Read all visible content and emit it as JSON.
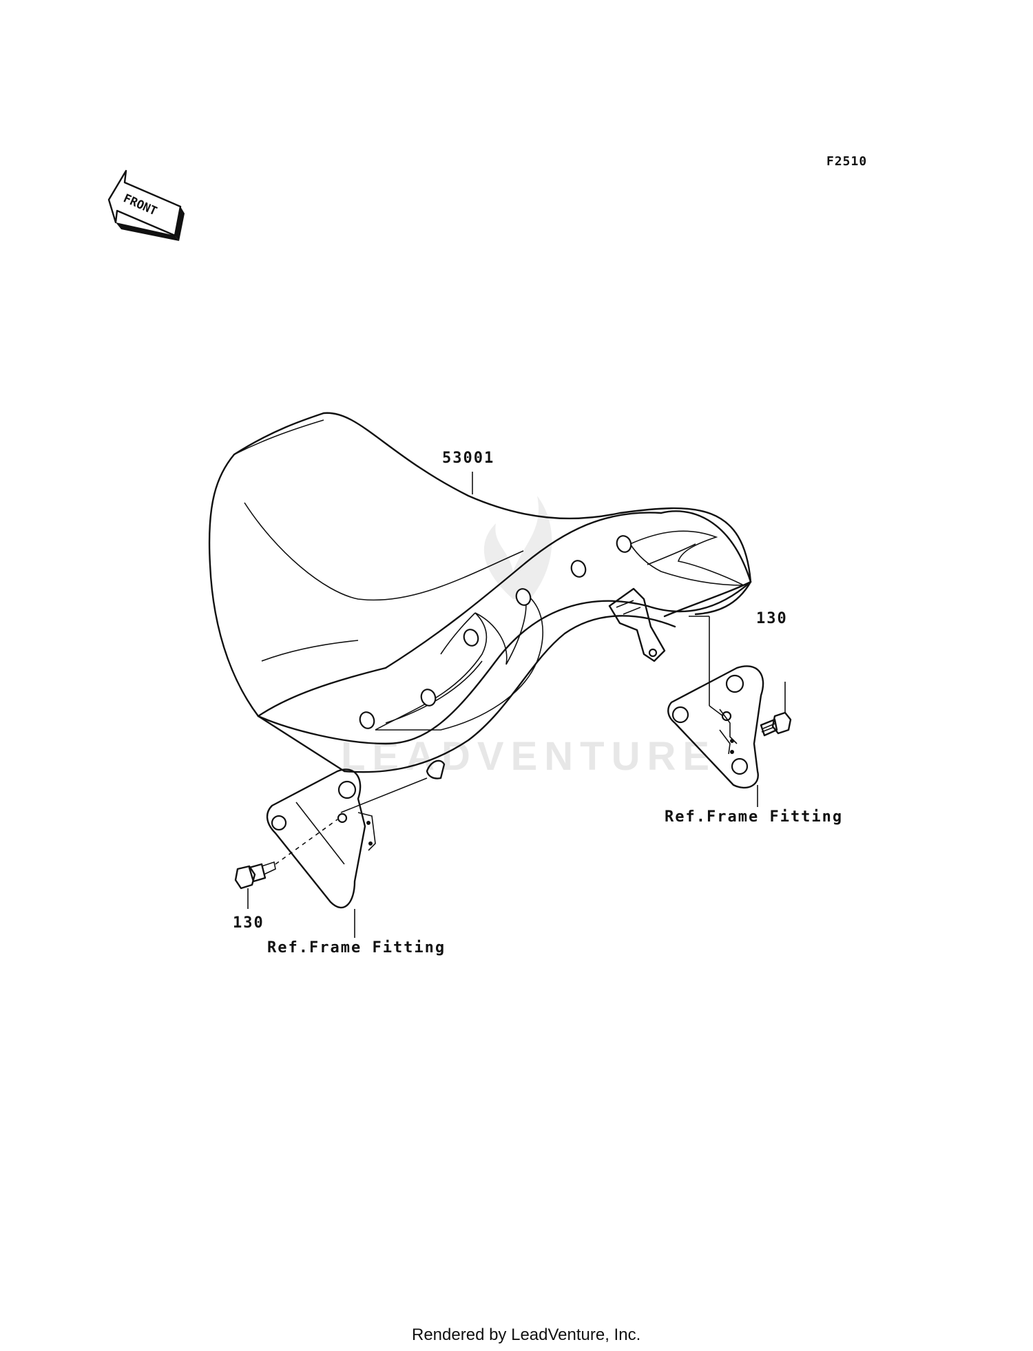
{
  "diagram": {
    "code": "F2510",
    "direction_label": "FRONT",
    "watermark": "LEADVENTURE",
    "footer": "Rendered by LeadVenture, Inc.",
    "parts": [
      {
        "number": "53001"
      },
      {
        "number": "130"
      },
      {
        "number": "130"
      }
    ],
    "references": [
      {
        "text": "Ref.Frame Fitting"
      },
      {
        "text": "Ref.Frame Fitting"
      }
    ]
  }
}
